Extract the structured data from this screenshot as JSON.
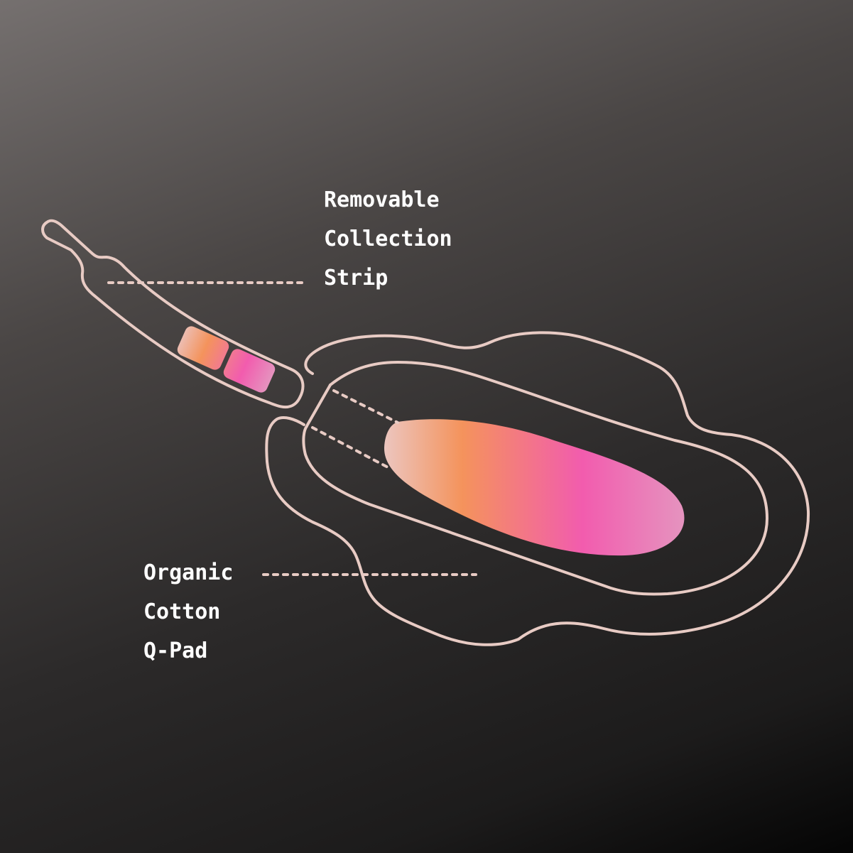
{
  "labels": {
    "strip": {
      "lines": [
        "Removable",
        "Collection",
        "Strip"
      ]
    },
    "pad": {
      "lines": [
        "Organic",
        "Cotton",
        "Q-Pad"
      ]
    }
  },
  "colors": {
    "outline": "#e8cbc4",
    "gradient_stops": [
      "#ecc6c0",
      "#f4935c",
      "#f25cae",
      "#e594bf"
    ],
    "background_top_left": "#75706f",
    "background_bottom_right": "#050505",
    "label_text": "#ffffff"
  }
}
